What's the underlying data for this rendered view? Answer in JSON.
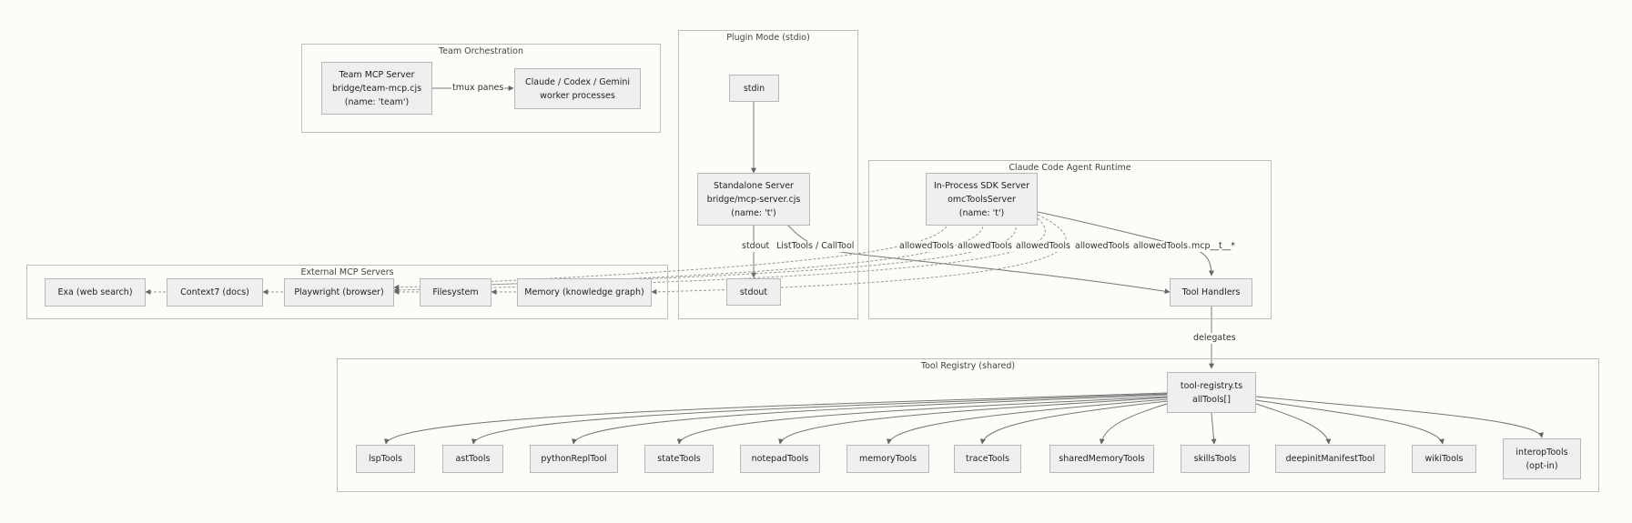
{
  "clusters": {
    "team": "Team Orchestration",
    "plugin": "Plugin Mode (stdio)",
    "agent": "Claude Code Agent Runtime",
    "external": "External MCP Servers",
    "registry": "Tool Registry (shared)"
  },
  "nodes": {
    "team_server": [
      "Team MCP Server",
      "bridge/team-mcp.cjs",
      "(name: 'team')"
    ],
    "workers": [
      "Claude / Codex / Gemini",
      "worker processes"
    ],
    "stdin": [
      "stdin"
    ],
    "standalone": [
      "Standalone Server",
      "bridge/mcp-server.cjs",
      "(name: 't')"
    ],
    "stdout": [
      "stdout"
    ],
    "sdk": [
      "In-Process SDK Server",
      "omcToolsServer",
      "(name: 't')"
    ],
    "handlers": [
      "Tool Handlers"
    ],
    "exa": [
      "Exa (web search)"
    ],
    "context7": [
      "Context7 (docs)"
    ],
    "playwright": [
      "Playwright (browser)"
    ],
    "filesystem": [
      "Filesystem"
    ],
    "memory": [
      "Memory (knowledge graph)"
    ],
    "registry": [
      "tool-registry.ts",
      "allTools[]"
    ],
    "lsp": [
      "lspTools"
    ],
    "ast": [
      "astTools"
    ],
    "python": [
      "pythonReplTool"
    ],
    "state": [
      "stateTools"
    ],
    "notepad": [
      "notepadTools"
    ],
    "memorytools": [
      "memoryTools"
    ],
    "trace": [
      "traceTools"
    ],
    "shared": [
      "sharedMemoryTools"
    ],
    "skills": [
      "skillsTools"
    ],
    "deepinit": [
      "deepinitManifestTool"
    ],
    "wiki": [
      "wikiTools"
    ],
    "interop": [
      "interopTools",
      "(opt-in)"
    ]
  },
  "edges": {
    "tmux": "tmux panes",
    "stdout": "stdout",
    "listtools": "ListTools / CallTool",
    "allowed1": "allowedTools",
    "allowed2": "allowedTools",
    "allowed3": "allowedTools",
    "allowed4": "allowedTools",
    "allowed5": "allowedTools",
    "mcp": "mcp__t__*",
    "delegates": "delegates"
  }
}
